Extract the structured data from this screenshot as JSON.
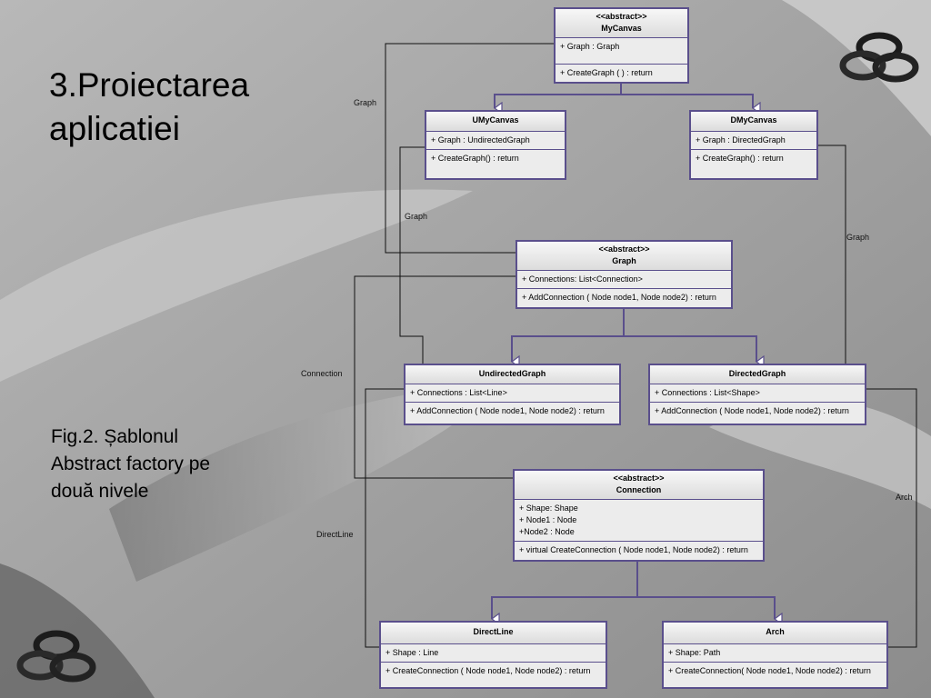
{
  "slide": {
    "title_line1": "3.Proiectarea",
    "title_line2": "aplicatiei",
    "caption_line1": "Fig.2. Șablonul",
    "caption_line2": "Abstract factory pe",
    "caption_line3": "două nivele"
  },
  "classes": {
    "mycanvas": {
      "stereotype": "<<abstract>>",
      "name": "MyCanvas",
      "attributes": [
        "+ Graph : Graph"
      ],
      "operations": [
        "+ CreateGraph ( ) : return"
      ]
    },
    "umycanvas": {
      "name": "UMyCanvas",
      "attributes": [
        "+ Graph : UndirectedGraph"
      ],
      "operations": [
        "+ CreateGraph() : return"
      ]
    },
    "dmycanvas": {
      "name": "DMyCanvas",
      "attributes": [
        "+ Graph : DirectedGraph"
      ],
      "operations": [
        "+ CreateGraph() : return"
      ]
    },
    "graph": {
      "stereotype": "<<abstract>>",
      "name": "Graph",
      "attributes": [
        "+ Connections: List<Connection>"
      ],
      "operations": [
        "+ AddConnection ( Node node1, Node node2) : return"
      ]
    },
    "undirectedgraph": {
      "name": "UndirectedGraph",
      "attributes": [
        "+ Connections : List<Line>"
      ],
      "operations": [
        "+ AddConnection ( Node node1, Node node2) : return"
      ]
    },
    "directedgraph": {
      "name": "DirectedGraph",
      "attributes": [
        "+ Connections : List<Shape>"
      ],
      "operations": [
        "+ AddConnection ( Node node1, Node node2) : return"
      ]
    },
    "connection": {
      "stereotype": "<<abstract>>",
      "name": "Connection",
      "attributes": [
        "+ Shape: Shape",
        "+ Node1 : Node",
        "+Node2 : Node"
      ],
      "operations": [
        "+ virtual CreateConnection ( Node node1, Node node2) : return"
      ]
    },
    "directline": {
      "name": "DirectLine",
      "attributes": [
        "+ Shape : Line"
      ],
      "operations": [
        "+ CreateConnection ( Node node1, Node node2) : return"
      ]
    },
    "arch": {
      "name": "Arch",
      "attributes": [
        "+ Shape: Path"
      ],
      "operations": [
        "+ CreateConnection( Node node1, Node node2) : return"
      ]
    }
  },
  "association_labels": {
    "graph_left": "Graph",
    "graph_middle": "Graph",
    "graph_right": "Graph",
    "connection": "Connection",
    "directline": "DirectLine",
    "arch": "Arch"
  },
  "icons": {
    "logo": "interlocked-rings-icon"
  },
  "colors": {
    "class_border": "#5a4f8c",
    "class_fill": "#ececec",
    "line": "#000000"
  }
}
